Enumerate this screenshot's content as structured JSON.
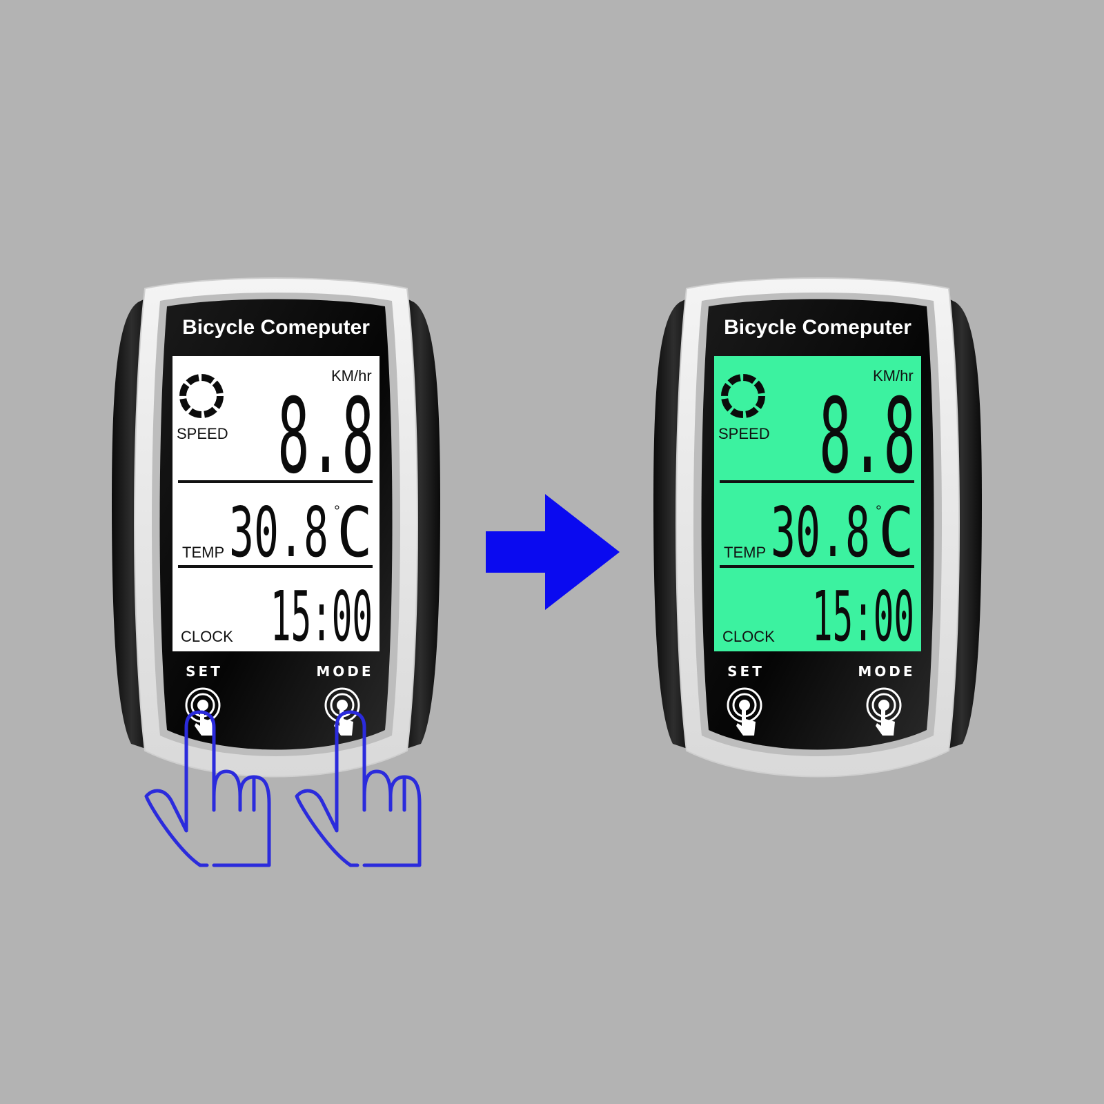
{
  "background_color": "#b3b3b3",
  "arrow_color": "#0a0af0",
  "hand_color": "#2b2bdc",
  "devices": [
    {
      "state": "backlight-off",
      "title": "Bicycle Comeputer",
      "lcd_color": "#ffffff",
      "speed_label": "SPEED",
      "speed_unit": "KM/hr",
      "speed_value": "8.8",
      "temp_label": "TEMP",
      "temp_value": "30.8",
      "temp_degree": "°",
      "temp_unit": "C",
      "clock_label": "CLOCK",
      "clock_value": "15:00",
      "set_label": "SET",
      "mode_label": "MODE"
    },
    {
      "state": "backlight-on",
      "title": "Bicycle Comeputer",
      "lcd_color": "#3cf2a0",
      "speed_label": "SPEED",
      "speed_unit": "KM/hr",
      "speed_value": "8.8",
      "temp_label": "TEMP",
      "temp_value": "30.8",
      "temp_degree": "°",
      "temp_unit": "C",
      "clock_label": "CLOCK",
      "clock_value": "15:00",
      "set_label": "SET",
      "mode_label": "MODE"
    }
  ],
  "icons": {
    "arrow": "arrow-right-icon",
    "hands": "pressing-hand-icon",
    "speed_ring": "wheel-ring-icon",
    "touch": "touch-finger-icon"
  }
}
